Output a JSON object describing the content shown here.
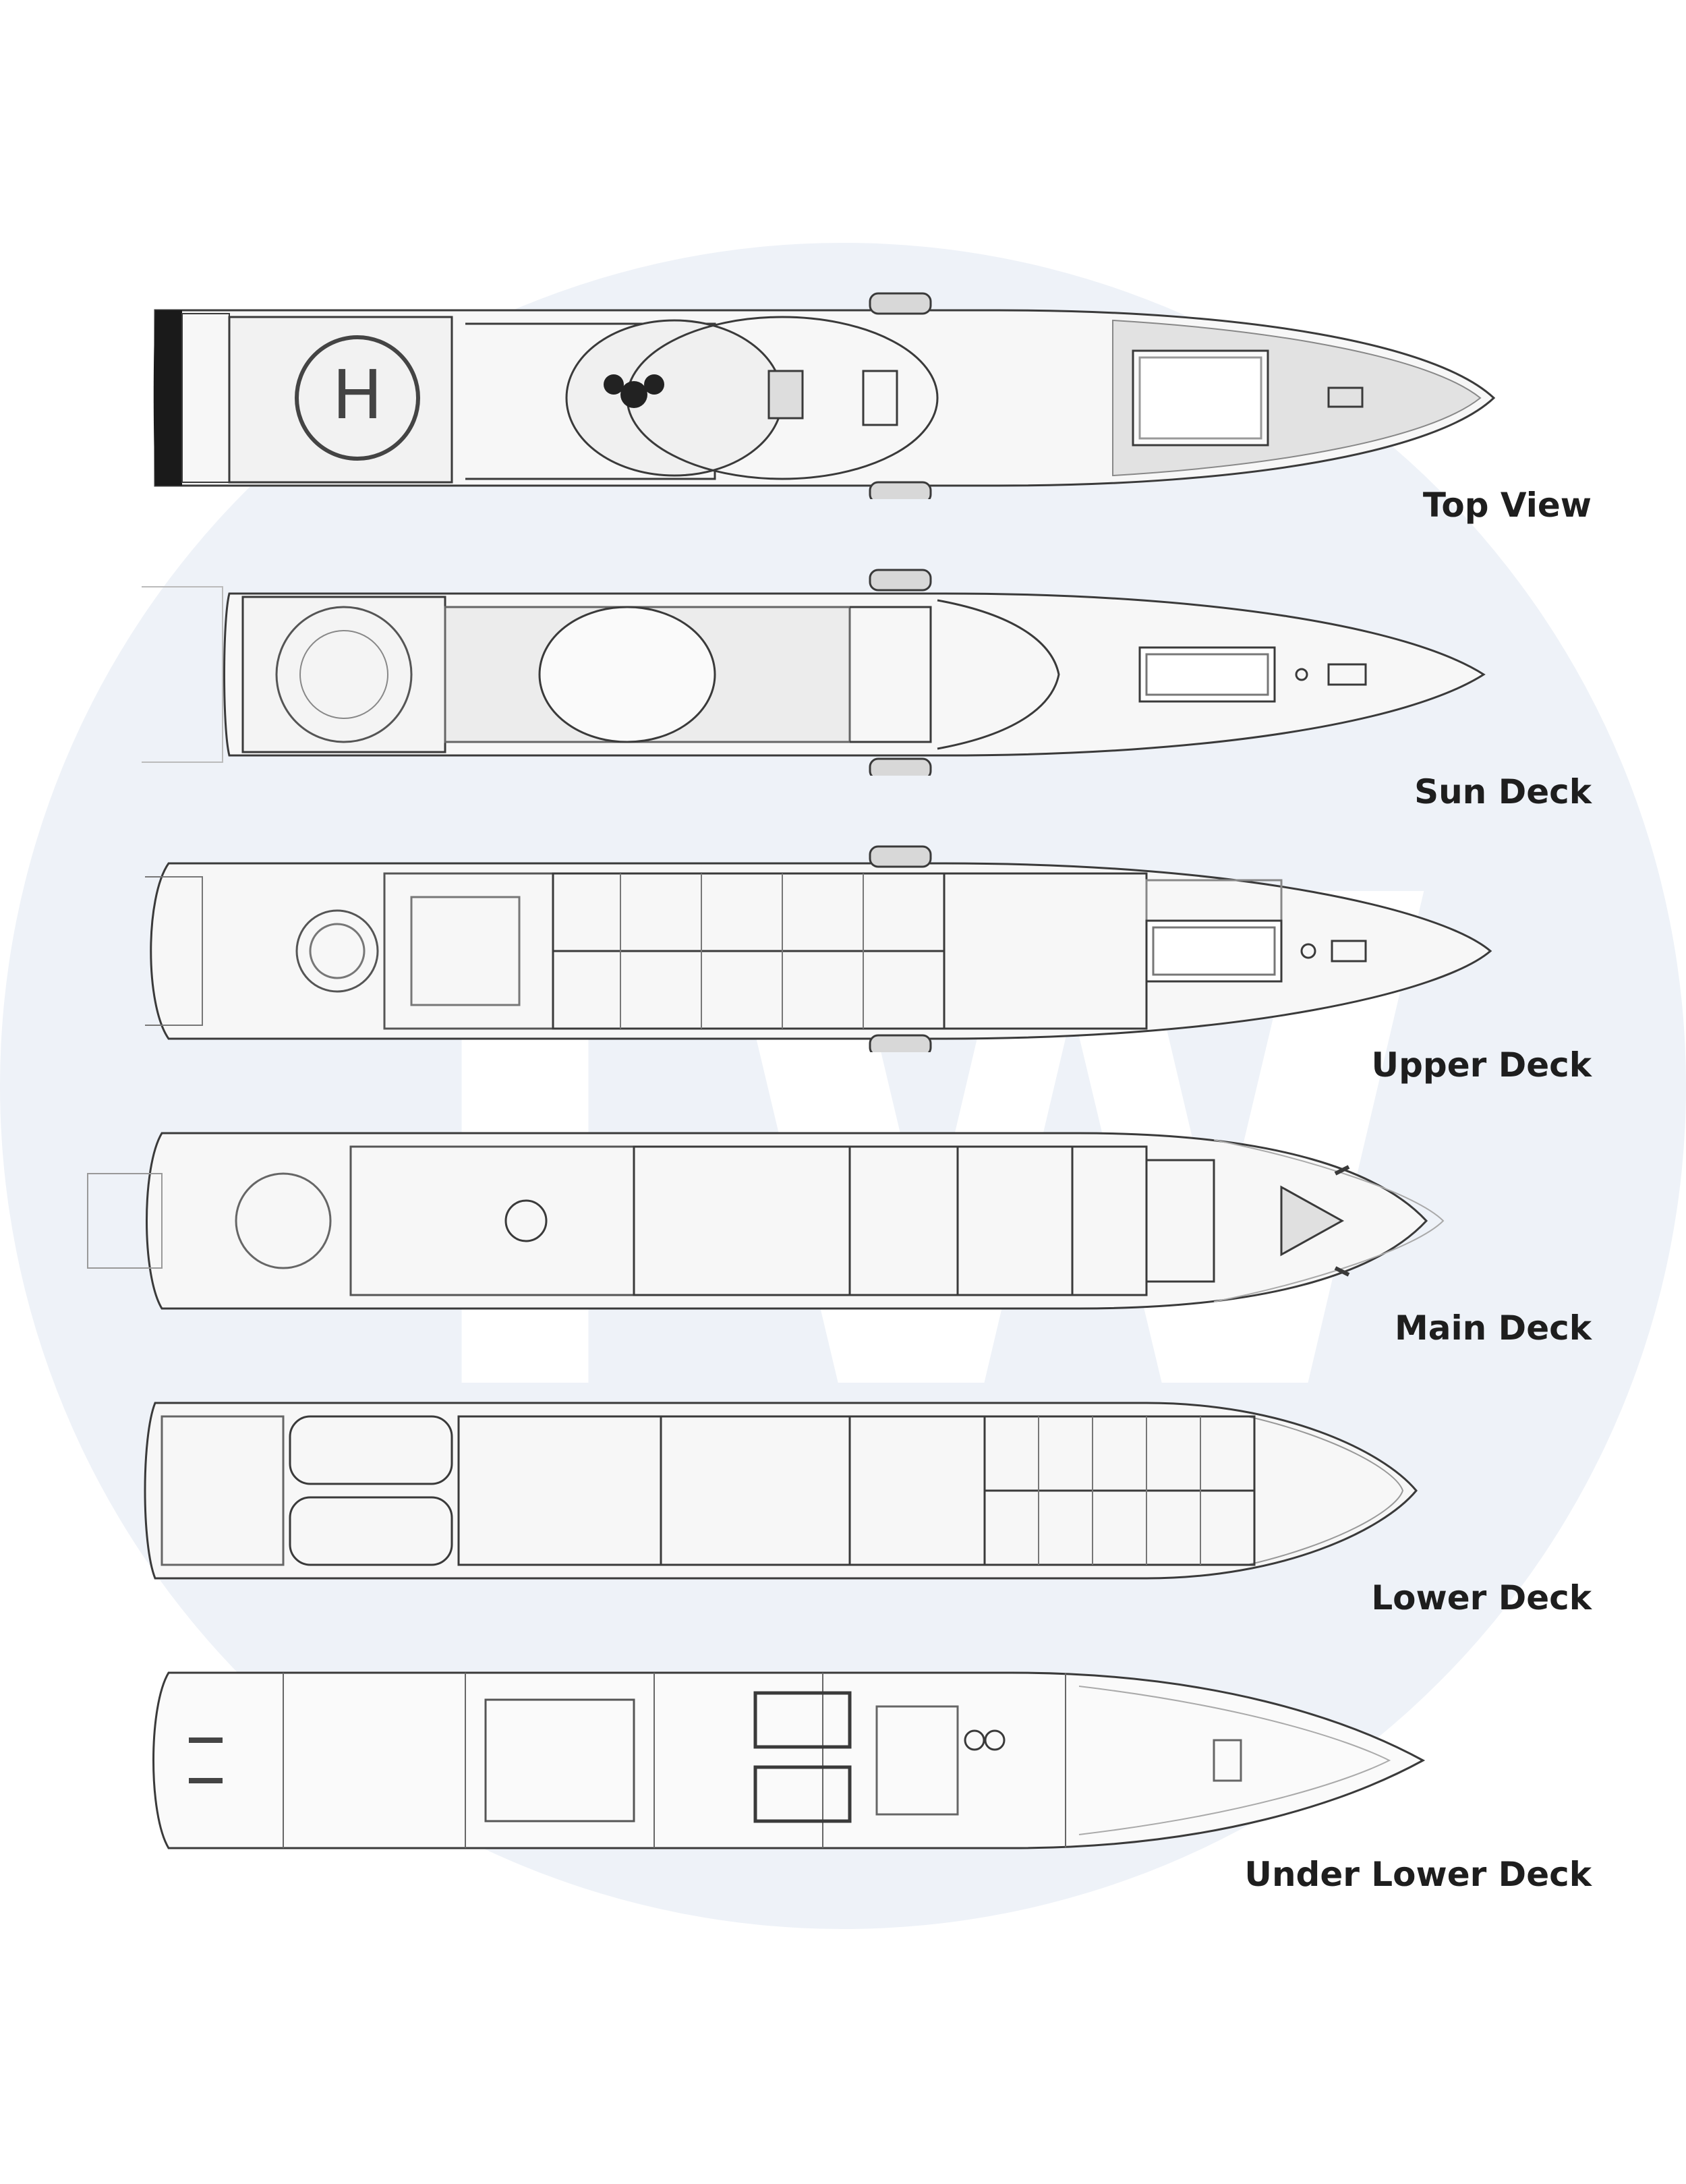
{
  "watermark": {
    "letters": "TW",
    "circle_color": "#eef2f8",
    "letter_color": "#ffffff"
  },
  "decks": [
    {
      "id": "top-view",
      "label": "Top View"
    },
    {
      "id": "sun-deck",
      "label": "Sun Deck"
    },
    {
      "id": "upper-deck",
      "label": "Upper Deck"
    },
    {
      "id": "main-deck",
      "label": "Main Deck"
    },
    {
      "id": "lower-deck",
      "label": "Lower Deck"
    },
    {
      "id": "under-lower-deck",
      "label": "Under Lower Deck"
    }
  ],
  "colors": {
    "line": "#3a3a3a",
    "deck_fill": "#f7f7f7",
    "teak": "#e4e4e4",
    "stern": "#1a1a1a"
  }
}
